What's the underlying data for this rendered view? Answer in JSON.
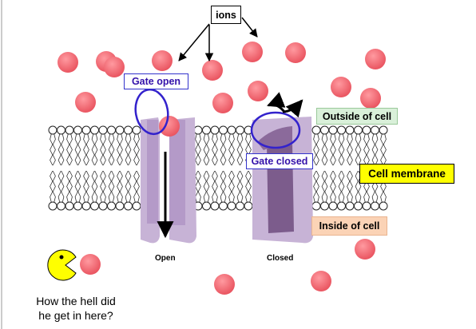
{
  "labels": {
    "ions": "ions",
    "gate_open": "Gate open",
    "gate_closed": "Gate closed",
    "outside": "Outside of cell",
    "membrane": "Cell membrane",
    "inside": "Inside of cell",
    "open": "Open",
    "closed": "Closed"
  },
  "caption": {
    "line1": "How the hell did",
    "line2": "he get in here?"
  },
  "colors": {
    "ion": "#f06670",
    "channel_light": "#c7b3d6",
    "channel_dark": "#7c5c8c",
    "gate_ring": "#3322cc",
    "pacman": "#ffff00"
  }
}
